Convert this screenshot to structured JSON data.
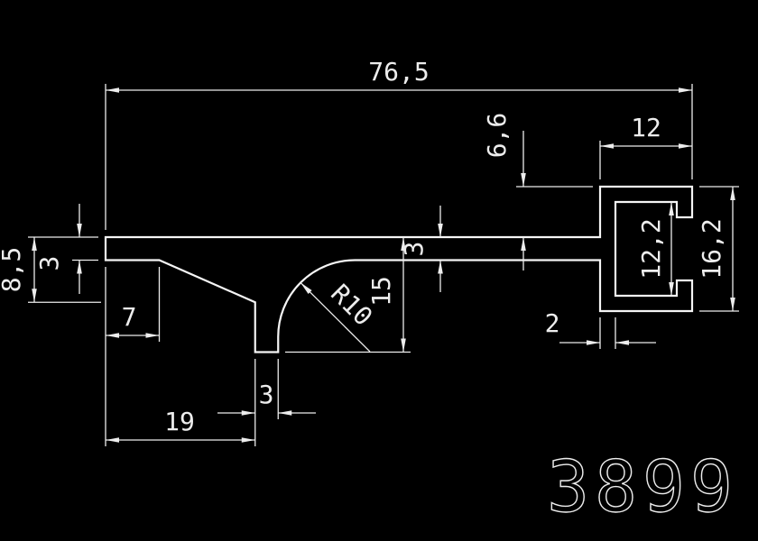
{
  "drawing": {
    "number": "3899",
    "colors": {
      "background": "#000000",
      "lines": "#f5f5f5",
      "text": "#ededed"
    },
    "dims": {
      "overall_width": "76,5",
      "top_offset": "6,6",
      "channel_width": "12",
      "channel_inner_height": "12,2",
      "channel_outer_height": "16,2",
      "left_end_height": "8,5",
      "left_wall_thickness": "3",
      "underside_flat_run": "7",
      "fillet_radius": "R10",
      "leg_depth": "15",
      "wall_thickness": "3",
      "web_thickness": "2",
      "leg_width": "3",
      "leg_offset": "19"
    }
  }
}
